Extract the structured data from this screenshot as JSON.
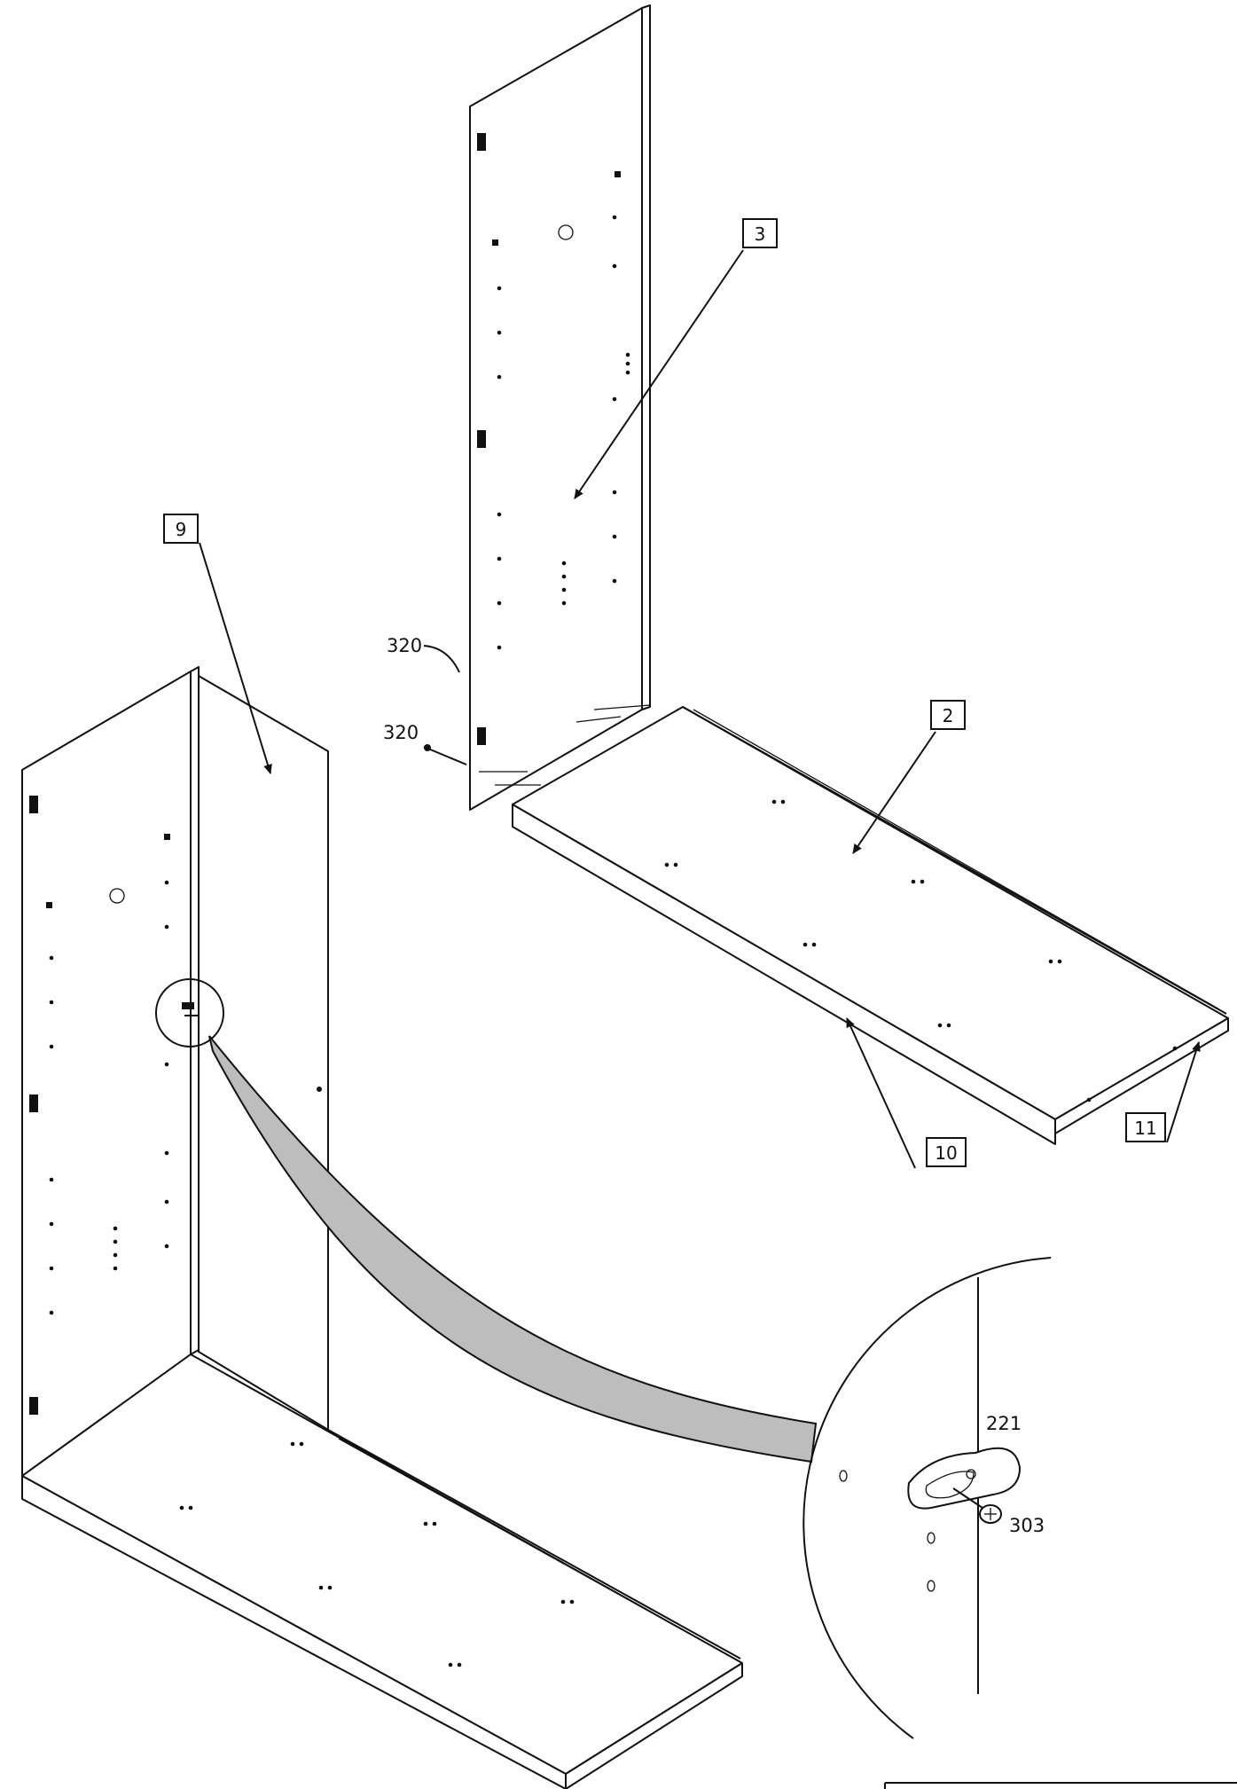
{
  "diagram": {
    "callouts": [
      {
        "id": "3",
        "label": "3"
      },
      {
        "id": "9",
        "label": "9"
      },
      {
        "id": "2",
        "label": "2"
      },
      {
        "id": "10",
        "label": "10"
      },
      {
        "id": "11",
        "label": "11"
      }
    ],
    "part_labels": [
      {
        "id": "320a",
        "label": "320"
      },
      {
        "id": "320b",
        "label": "320"
      },
      {
        "id": "221",
        "label": "221"
      },
      {
        "id": "303",
        "label": "303"
      }
    ],
    "colors": {
      "line": "#111111",
      "detail_band": "#bdbdbd",
      "background": "#ffffff"
    }
  }
}
